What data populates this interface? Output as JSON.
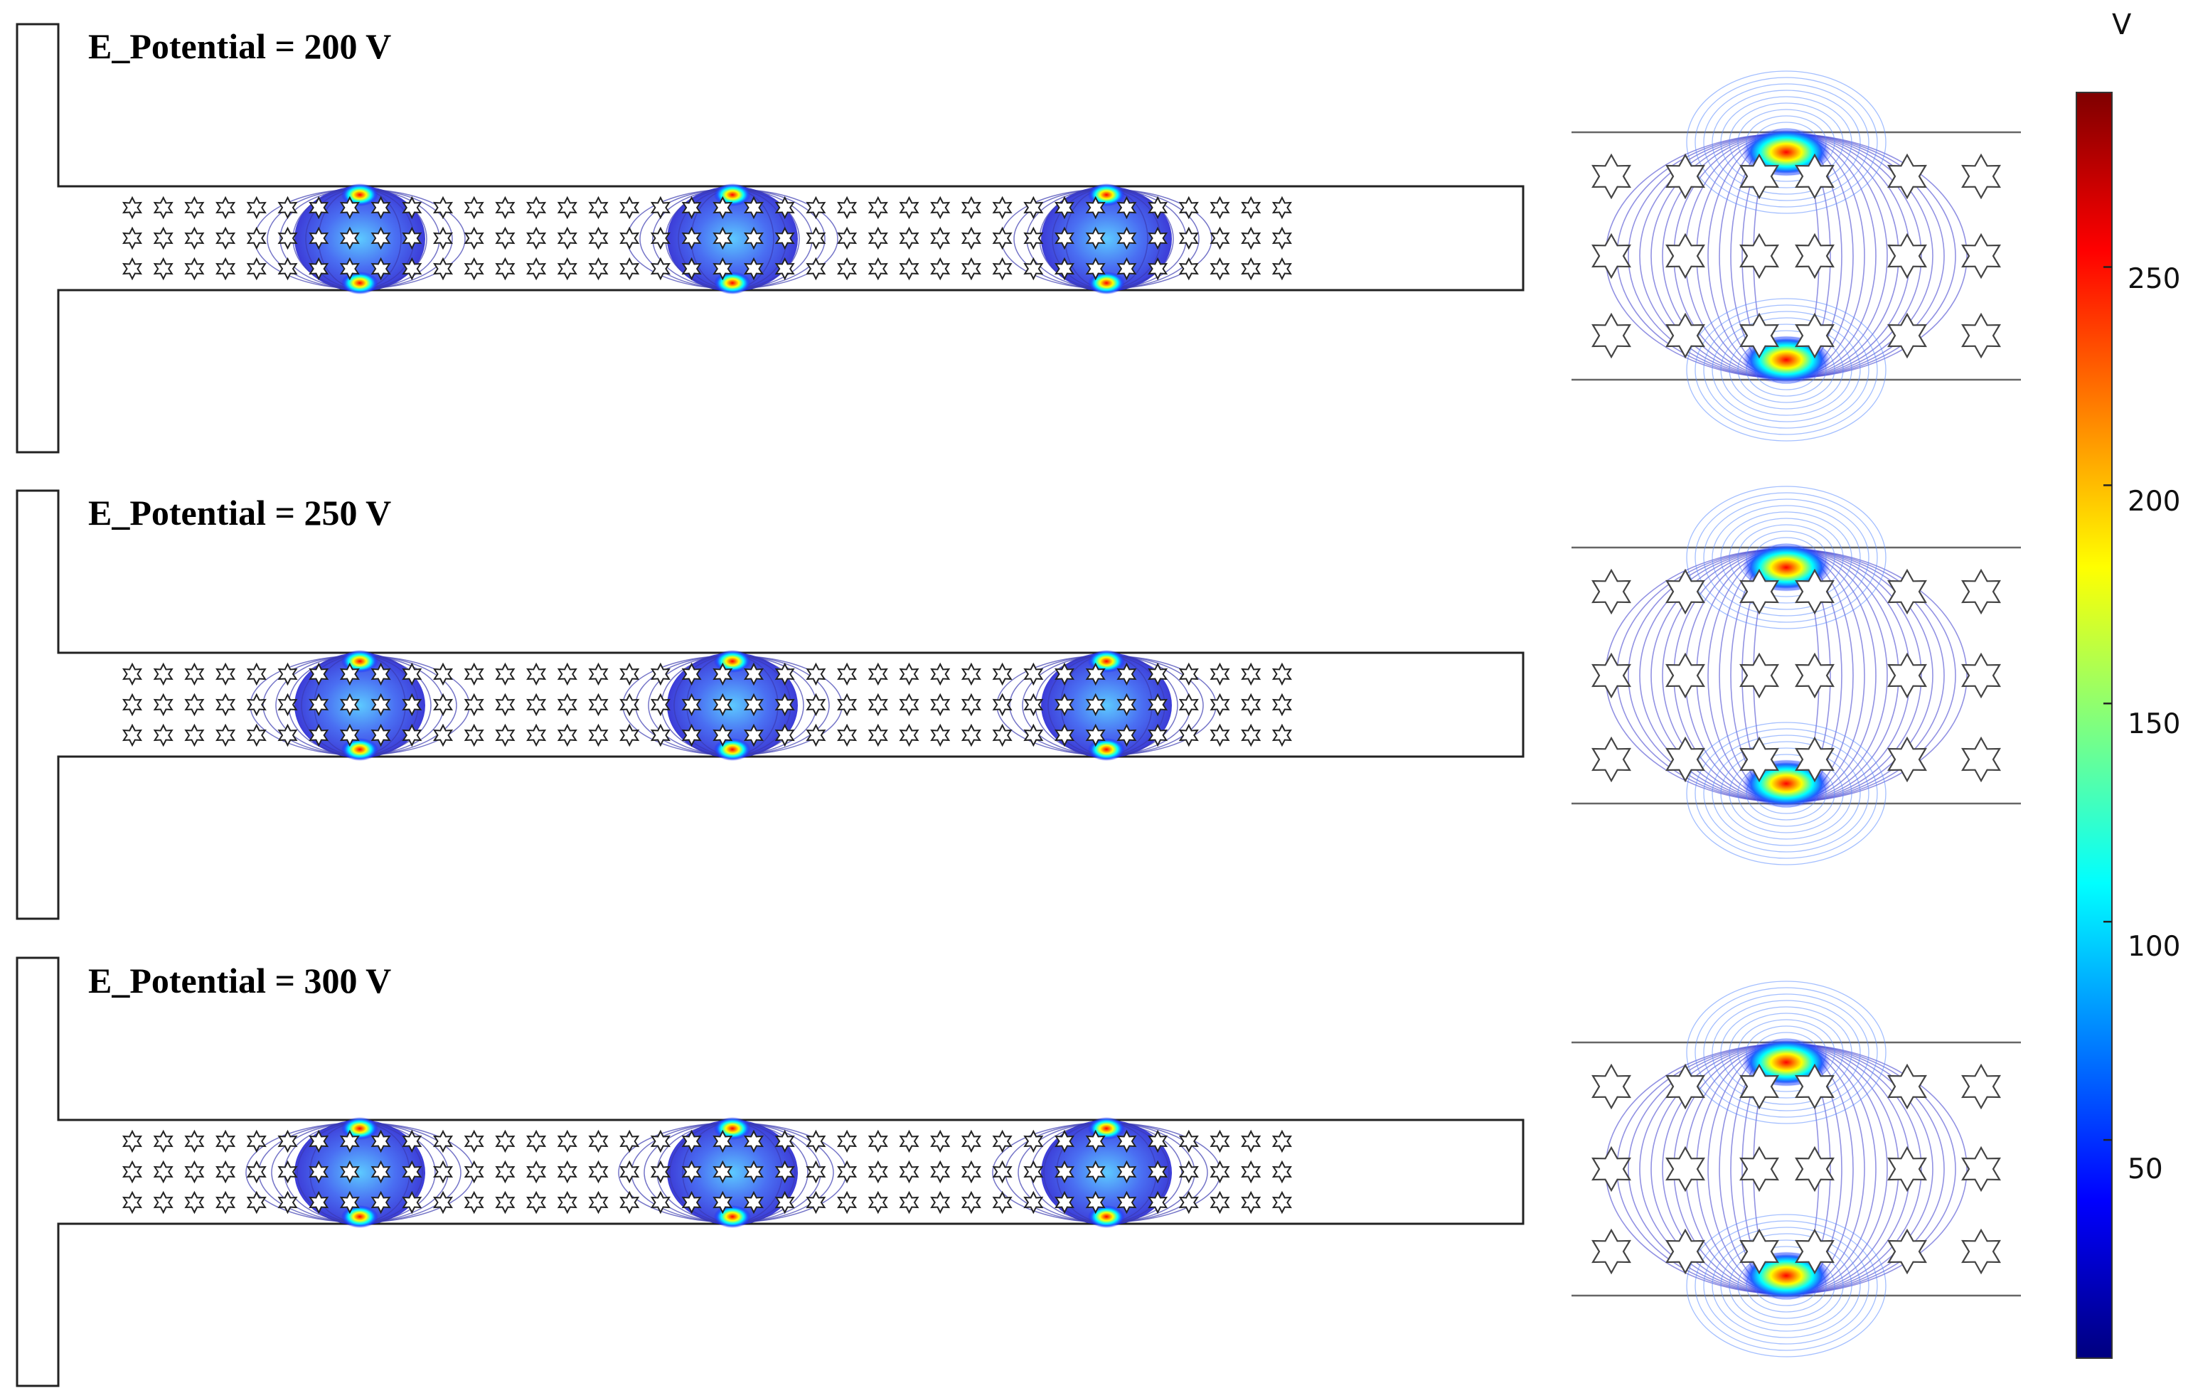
{
  "panels": [
    {
      "label": "E_Potential = 200 V",
      "potential": 200
    },
    {
      "label": "E_Potential = 250 V",
      "potential": 250
    },
    {
      "label": "E_Potential = 300 V",
      "potential": 300
    }
  ],
  "colorbar": {
    "unit": "V",
    "ticks": [
      "250",
      "200",
      "150",
      "100",
      "50"
    ],
    "tick_values": [
      250,
      200,
      150,
      100,
      50
    ],
    "range": [
      0,
      290
    ],
    "colormap": "jet",
    "colors": [
      "#00007f",
      "#0000ff",
      "#007fff",
      "#00ffff",
      "#7fff7f",
      "#ffff00",
      "#ff7f00",
      "#ff0000",
      "#7f0000"
    ]
  },
  "electrode_groups_per_channel": 3,
  "obstacle_rows": 3,
  "obstacle_shape": "star-icon"
}
